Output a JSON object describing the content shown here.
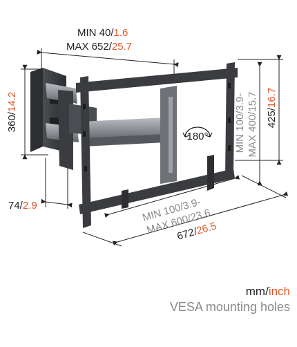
{
  "dimensions": {
    "min_width": {
      "label": "MIN 40/",
      "value": "1.6"
    },
    "max_width": {
      "label": "MAX 652/",
      "value": "25.7"
    },
    "height": {
      "label": "360/",
      "value": "14.2"
    },
    "depth": {
      "label": "74/",
      "value": "2.9"
    },
    "vesa_horizontal_min": "MIN 100/3.9-",
    "vesa_horizontal_max": "MAX 600/23.6",
    "vesa_vertical_min": "MIN 100/3.9-",
    "vesa_vertical_max": "MAX 400/15.7",
    "overall_width": {
      "label": "672/",
      "value": "26.5"
    },
    "overall_height": {
      "label": "425/",
      "value": "16.7"
    },
    "rotation": "180°"
  },
  "legend": {
    "mm": "mm/",
    "inch": "inch",
    "vesa": "VESA mounting holes"
  },
  "colors": {
    "accent": "#e0572b",
    "frame": "#3a3c40",
    "arm": "#8d9196",
    "text": "#222222",
    "grey_text": "#8a8a8a"
  }
}
